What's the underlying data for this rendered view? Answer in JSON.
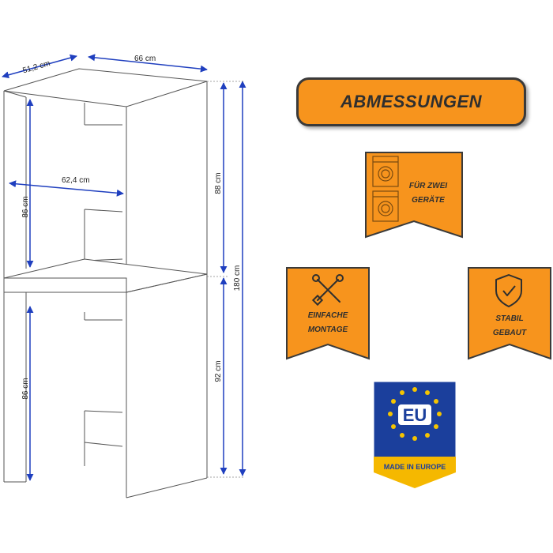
{
  "dimensions": {
    "depth": "51,2 cm",
    "width": "66 cm",
    "inner_width": "62,4 cm",
    "upper_inner_height": "86 cm",
    "lower_inner_height": "86 cm",
    "upper_section_height": "88 cm",
    "lower_section_height": "92 cm",
    "total_height": "180 cm"
  },
  "title": "ABMESSUNGEN",
  "badges": {
    "two_devices": {
      "line1": "FÜR ZWEI",
      "line2": "GERÄTE",
      "icon": "stacked-washing-machines-icon"
    },
    "assembly": {
      "line1": "EINFACHE",
      "line2": "MONTAGE",
      "icon": "tools-icon"
    },
    "sturdy": {
      "line1": "STABIL",
      "line2": "GEBAUT",
      "icon": "shield-check-icon"
    }
  },
  "eu_badge": {
    "code": "EU",
    "caption": "MADE IN EUROPE"
  },
  "colors": {
    "accent": "#f7941d",
    "arrow": "#1f3fbf",
    "eu_blue": "#1b3f9c",
    "eu_star": "#f5c400",
    "outline": "#3a3a3a"
  }
}
